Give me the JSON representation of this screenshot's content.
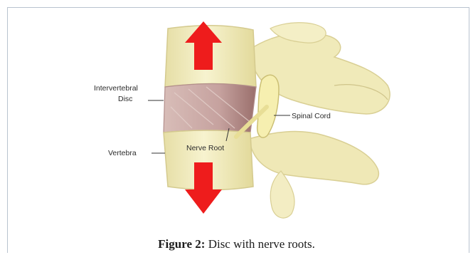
{
  "figure": {
    "labels": {
      "disc_line1": "Intervertebral",
      "disc_line2": "Disc",
      "vertebra": "Vertebra",
      "nerve_root": "Nerve Root",
      "spinal_cord": "Spinal Cord"
    },
    "caption": {
      "label": "Figure 2:",
      "text": "Disc with nerve roots."
    }
  },
  "colors": {
    "bone": "#f3eec2",
    "bone_shadow": "#ddd59b",
    "disc": "#c9a8a6",
    "arrow": "#ee1c1c",
    "frame": "#b9c3cf"
  },
  "icons": {
    "up_arrow": "arrow-up-icon",
    "down_arrow": "arrow-down-icon"
  }
}
